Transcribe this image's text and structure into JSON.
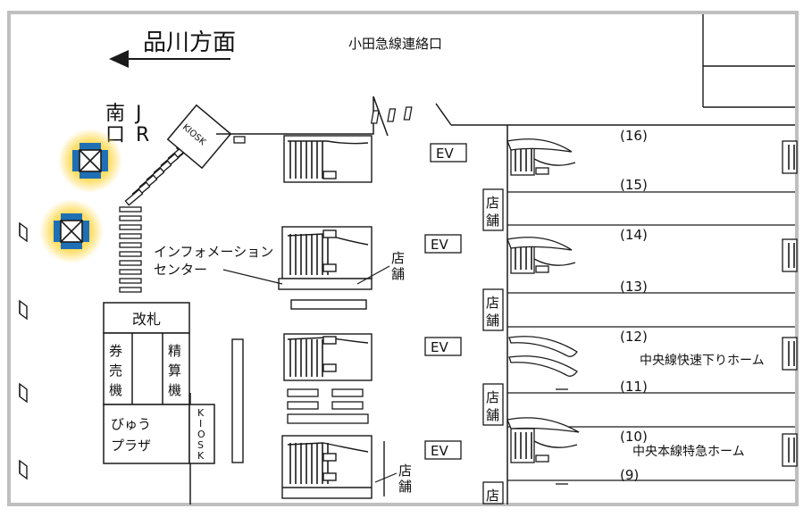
{
  "direction": {
    "label": "品川方面"
  },
  "top_exit": "小田急線連絡口",
  "jr_south_exit": {
    "col1": [
      "南",
      "口"
    ],
    "col2": [
      "J",
      "R"
    ]
  },
  "kiosk_top": "KIOSK",
  "kiosk_vertical": [
    "K",
    "I",
    "O",
    "S",
    "K"
  ],
  "ev_labels": [
    "EV",
    "EV",
    "EV",
    "EV"
  ],
  "shop_vertical": [
    "店",
    "舗"
  ],
  "shop_partial": "店",
  "information_center": {
    "line1": "インフォメーション",
    "line2": "センター"
  },
  "ticket_gate": "改札",
  "ticket_machine": [
    "券",
    "売",
    "機"
  ],
  "fare_adjust": [
    "精",
    "算",
    "機"
  ],
  "view_plaza": {
    "line1": "びゅう",
    "line2": "プラザ"
  },
  "platform_numbers": [
    "(16)",
    "(15)",
    "(14)",
    "(13)",
    "(12)",
    "(11)",
    "(10)",
    "(9)"
  ],
  "platform_names": {
    "chuo_rapid_down": "中央線快速下りホーム",
    "chuo_main_ltd_express": "中央本線特急ホーム"
  },
  "colors": {
    "frame": "#bfbfbf",
    "line": "#1a1a1a",
    "elevator_blue": "#1f6fb5",
    "glow": "#ffd84a"
  }
}
